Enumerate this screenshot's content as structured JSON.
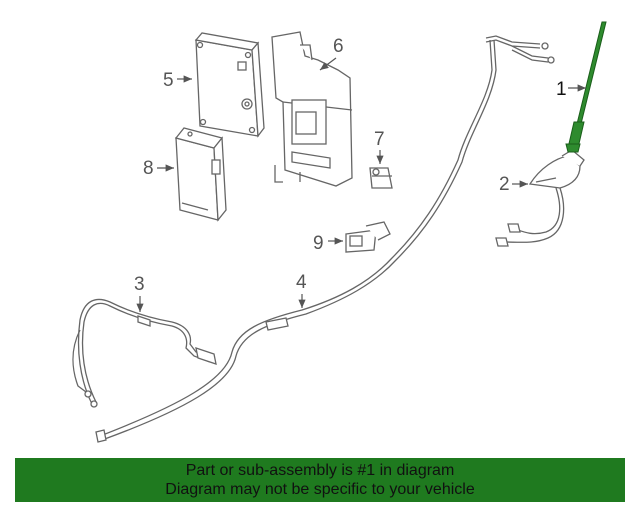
{
  "diagram": {
    "callouts": [
      "1",
      "2",
      "3",
      "4",
      "5",
      "6",
      "7",
      "8",
      "9"
    ],
    "highlight_color": "#2e8b2e"
  },
  "banner": {
    "line1": "Part or sub-assembly is #1 in diagram",
    "line2": "Diagram may not be specific to your vehicle",
    "background": "#1f7a1f"
  }
}
